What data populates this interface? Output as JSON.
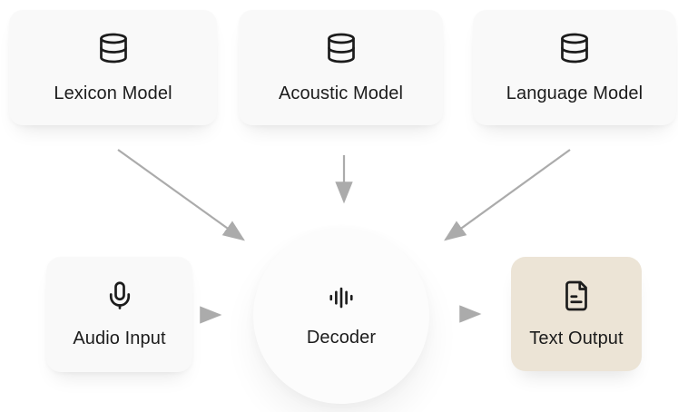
{
  "diagram": {
    "type": "flow",
    "nodes": {
      "lexicon_model": {
        "label": "Lexicon Model",
        "icon": "database-icon"
      },
      "acoustic_model": {
        "label": "Acoustic Model",
        "icon": "database-icon"
      },
      "language_model": {
        "label": "Language Model",
        "icon": "database-icon"
      },
      "audio_input": {
        "label": "Audio Input",
        "icon": "microphone-icon"
      },
      "decoder": {
        "label": "Decoder",
        "icon": "audio-waveform-icon"
      },
      "text_output": {
        "label": "Text Output",
        "icon": "document-icon"
      }
    },
    "edges": [
      {
        "from": "Lexicon Model",
        "to": "Decoder"
      },
      {
        "from": "Acoustic Model",
        "to": "Decoder"
      },
      {
        "from": "Language Model",
        "to": "Decoder"
      },
      {
        "from": "Audio Input",
        "to": "Decoder"
      },
      {
        "from": "Decoder",
        "to": "Text Output"
      }
    ],
    "colors": {
      "canvas": "#ffffff",
      "card": "#f9f9f9",
      "highlight_card": "#ece4d6",
      "arrow": "#ababab",
      "text": "#1c1c1c"
    }
  }
}
